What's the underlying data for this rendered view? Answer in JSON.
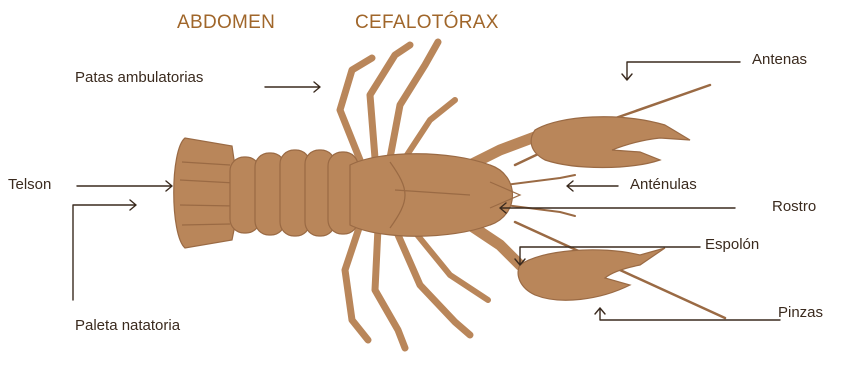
{
  "headings": {
    "abdomen": "ABDOMEN",
    "cephalothorax": "CEFALOTÓRAX"
  },
  "labels": {
    "walking_legs": "Patas ambulatorias",
    "antennae": "Antenas",
    "telson": "Telson",
    "antennules": "Anténulas",
    "rostrum": "Rostro",
    "spur": "Espolón",
    "swimmeret": "Paleta natatoria",
    "pincers": "Pinzas"
  },
  "colors": {
    "body": "#b9865a",
    "body_dark": "#9a6a44",
    "heading": "#a0662a",
    "label_text": "#3a2a1e",
    "leader_line": "#3a2a1e"
  }
}
